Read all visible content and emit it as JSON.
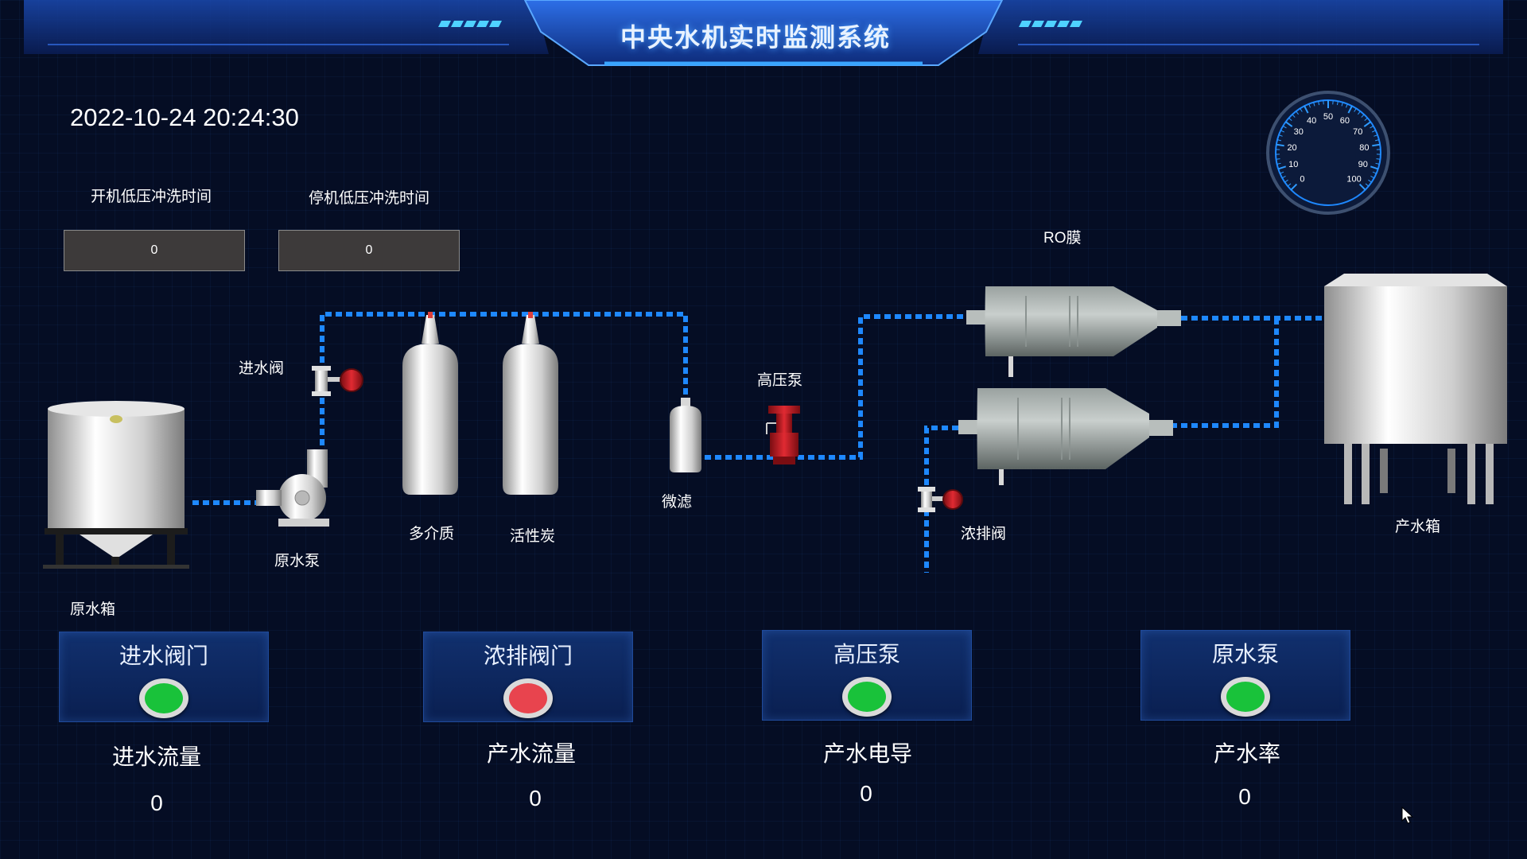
{
  "header": {
    "title": "中央水机实时监测系统"
  },
  "datetime": "2022-10-24 20:24:30",
  "flush": [
    {
      "label": "开机低压冲洗时间",
      "value": "0"
    },
    {
      "label": "停机低压冲洗时间",
      "value": "0"
    }
  ],
  "gauge": {
    "ticks": [
      "0",
      "10",
      "20",
      "30",
      "40",
      "50",
      "60",
      "70",
      "80",
      "90",
      "100"
    ],
    "value": 0
  },
  "diagram": {
    "raw_tank": "原水箱",
    "inlet_valve": "进水阀",
    "raw_pump": "原水泵",
    "multimedia": "多介质",
    "carbon": "活性炭",
    "micro_filter": "微滤",
    "hp_pump": "高压泵",
    "ro_membrane": "RO膜",
    "concentrate_valve": "浓排阀",
    "product_tank": "产水箱"
  },
  "status_cards": [
    {
      "title": "进水阀门",
      "color": "#19c23a"
    },
    {
      "title": "浓排阀门",
      "color": "#e8444e"
    },
    {
      "title": "高压泵",
      "color": "#19c23a"
    },
    {
      "title": "原水泵",
      "color": "#19c23a"
    }
  ],
  "metrics": [
    {
      "label": "进水流量",
      "value": "0"
    },
    {
      "label": "产水流量",
      "value": "0"
    },
    {
      "label": "产水电导",
      "value": "0"
    },
    {
      "label": "产水率",
      "value": "0"
    }
  ],
  "colors": {
    "pipe": "#1e88ff",
    "accent": "#2a6ee0",
    "background": "#050d24"
  }
}
